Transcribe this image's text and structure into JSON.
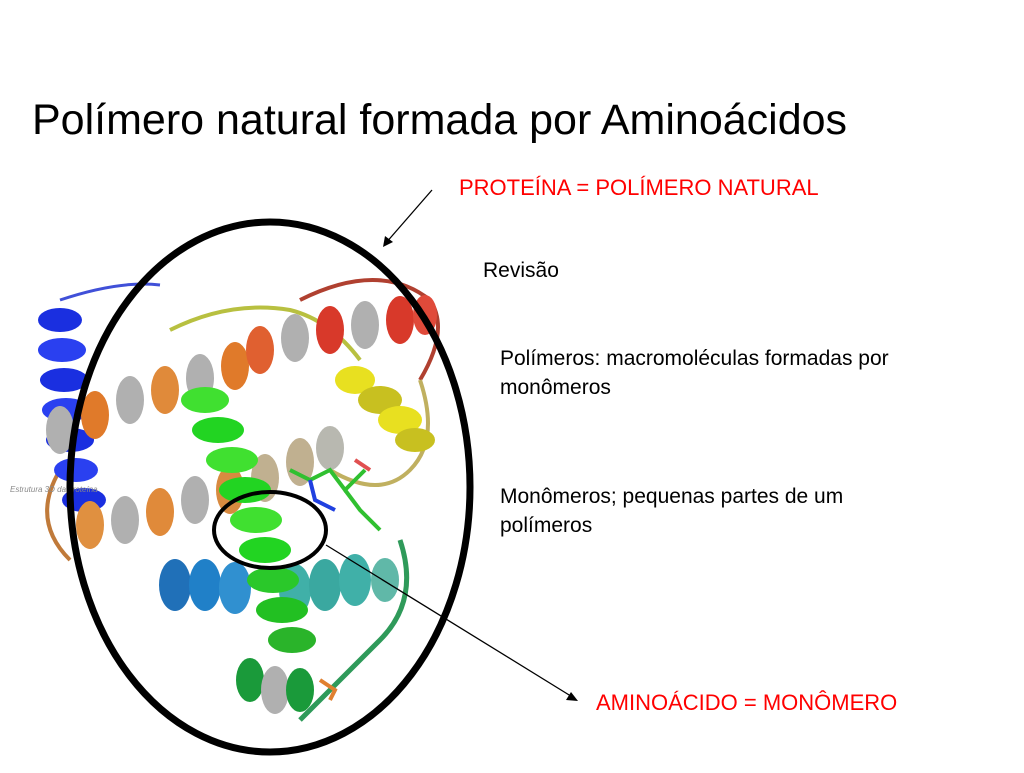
{
  "slide": {
    "title": "Polímero natural formada por Aminoácidos",
    "protein_label": "PROTEÍNA = POLÍMERO NATURAL",
    "revisao": "Revisão",
    "polimeros_text": "Polímeros: macromoléculas formadas por monômeros",
    "monomeros_text": "Monômeros; pequenas partes de um polímeros",
    "amino_label": "AMINOÁCIDO = MONÔMERO",
    "image_caption": "Estrutura 3D da proteína"
  },
  "colors": {
    "label_red": "#ff0000",
    "ellipse": "#000000",
    "helix_blue": "#1a2fe0",
    "helix_orange": "#e07a2a",
    "helix_red": "#d8392a",
    "helix_yellow": "#e8e020",
    "helix_green": "#22d422",
    "helix_teal": "#3aa8a0",
    "helix_skyblue": "#2080c8",
    "helix_darkgreen": "#1a9a3a"
  }
}
